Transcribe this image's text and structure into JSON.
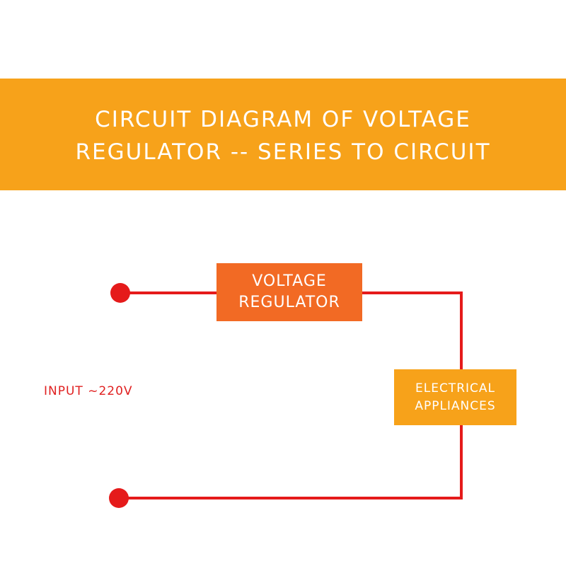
{
  "header": {
    "title_line1": "CIRCUIT DIAGRAM OF VOLTAGE",
    "title_line2": "REGULATOR -- SERIES TO CIRCUIT",
    "background_color": "#f7a21a",
    "text_color": "#ffffff"
  },
  "diagram": {
    "regulator": {
      "line1": "VOLTAGE",
      "line2": "REGULATOR",
      "color": "#f26a24"
    },
    "appliances": {
      "line1": "ELECTRICAL",
      "line2": "APPLIANCES",
      "color": "#f7a21a"
    },
    "input_label": "INPUT ~220V",
    "wire_color": "#e51b1b",
    "terminal_color": "#e51b1b"
  }
}
